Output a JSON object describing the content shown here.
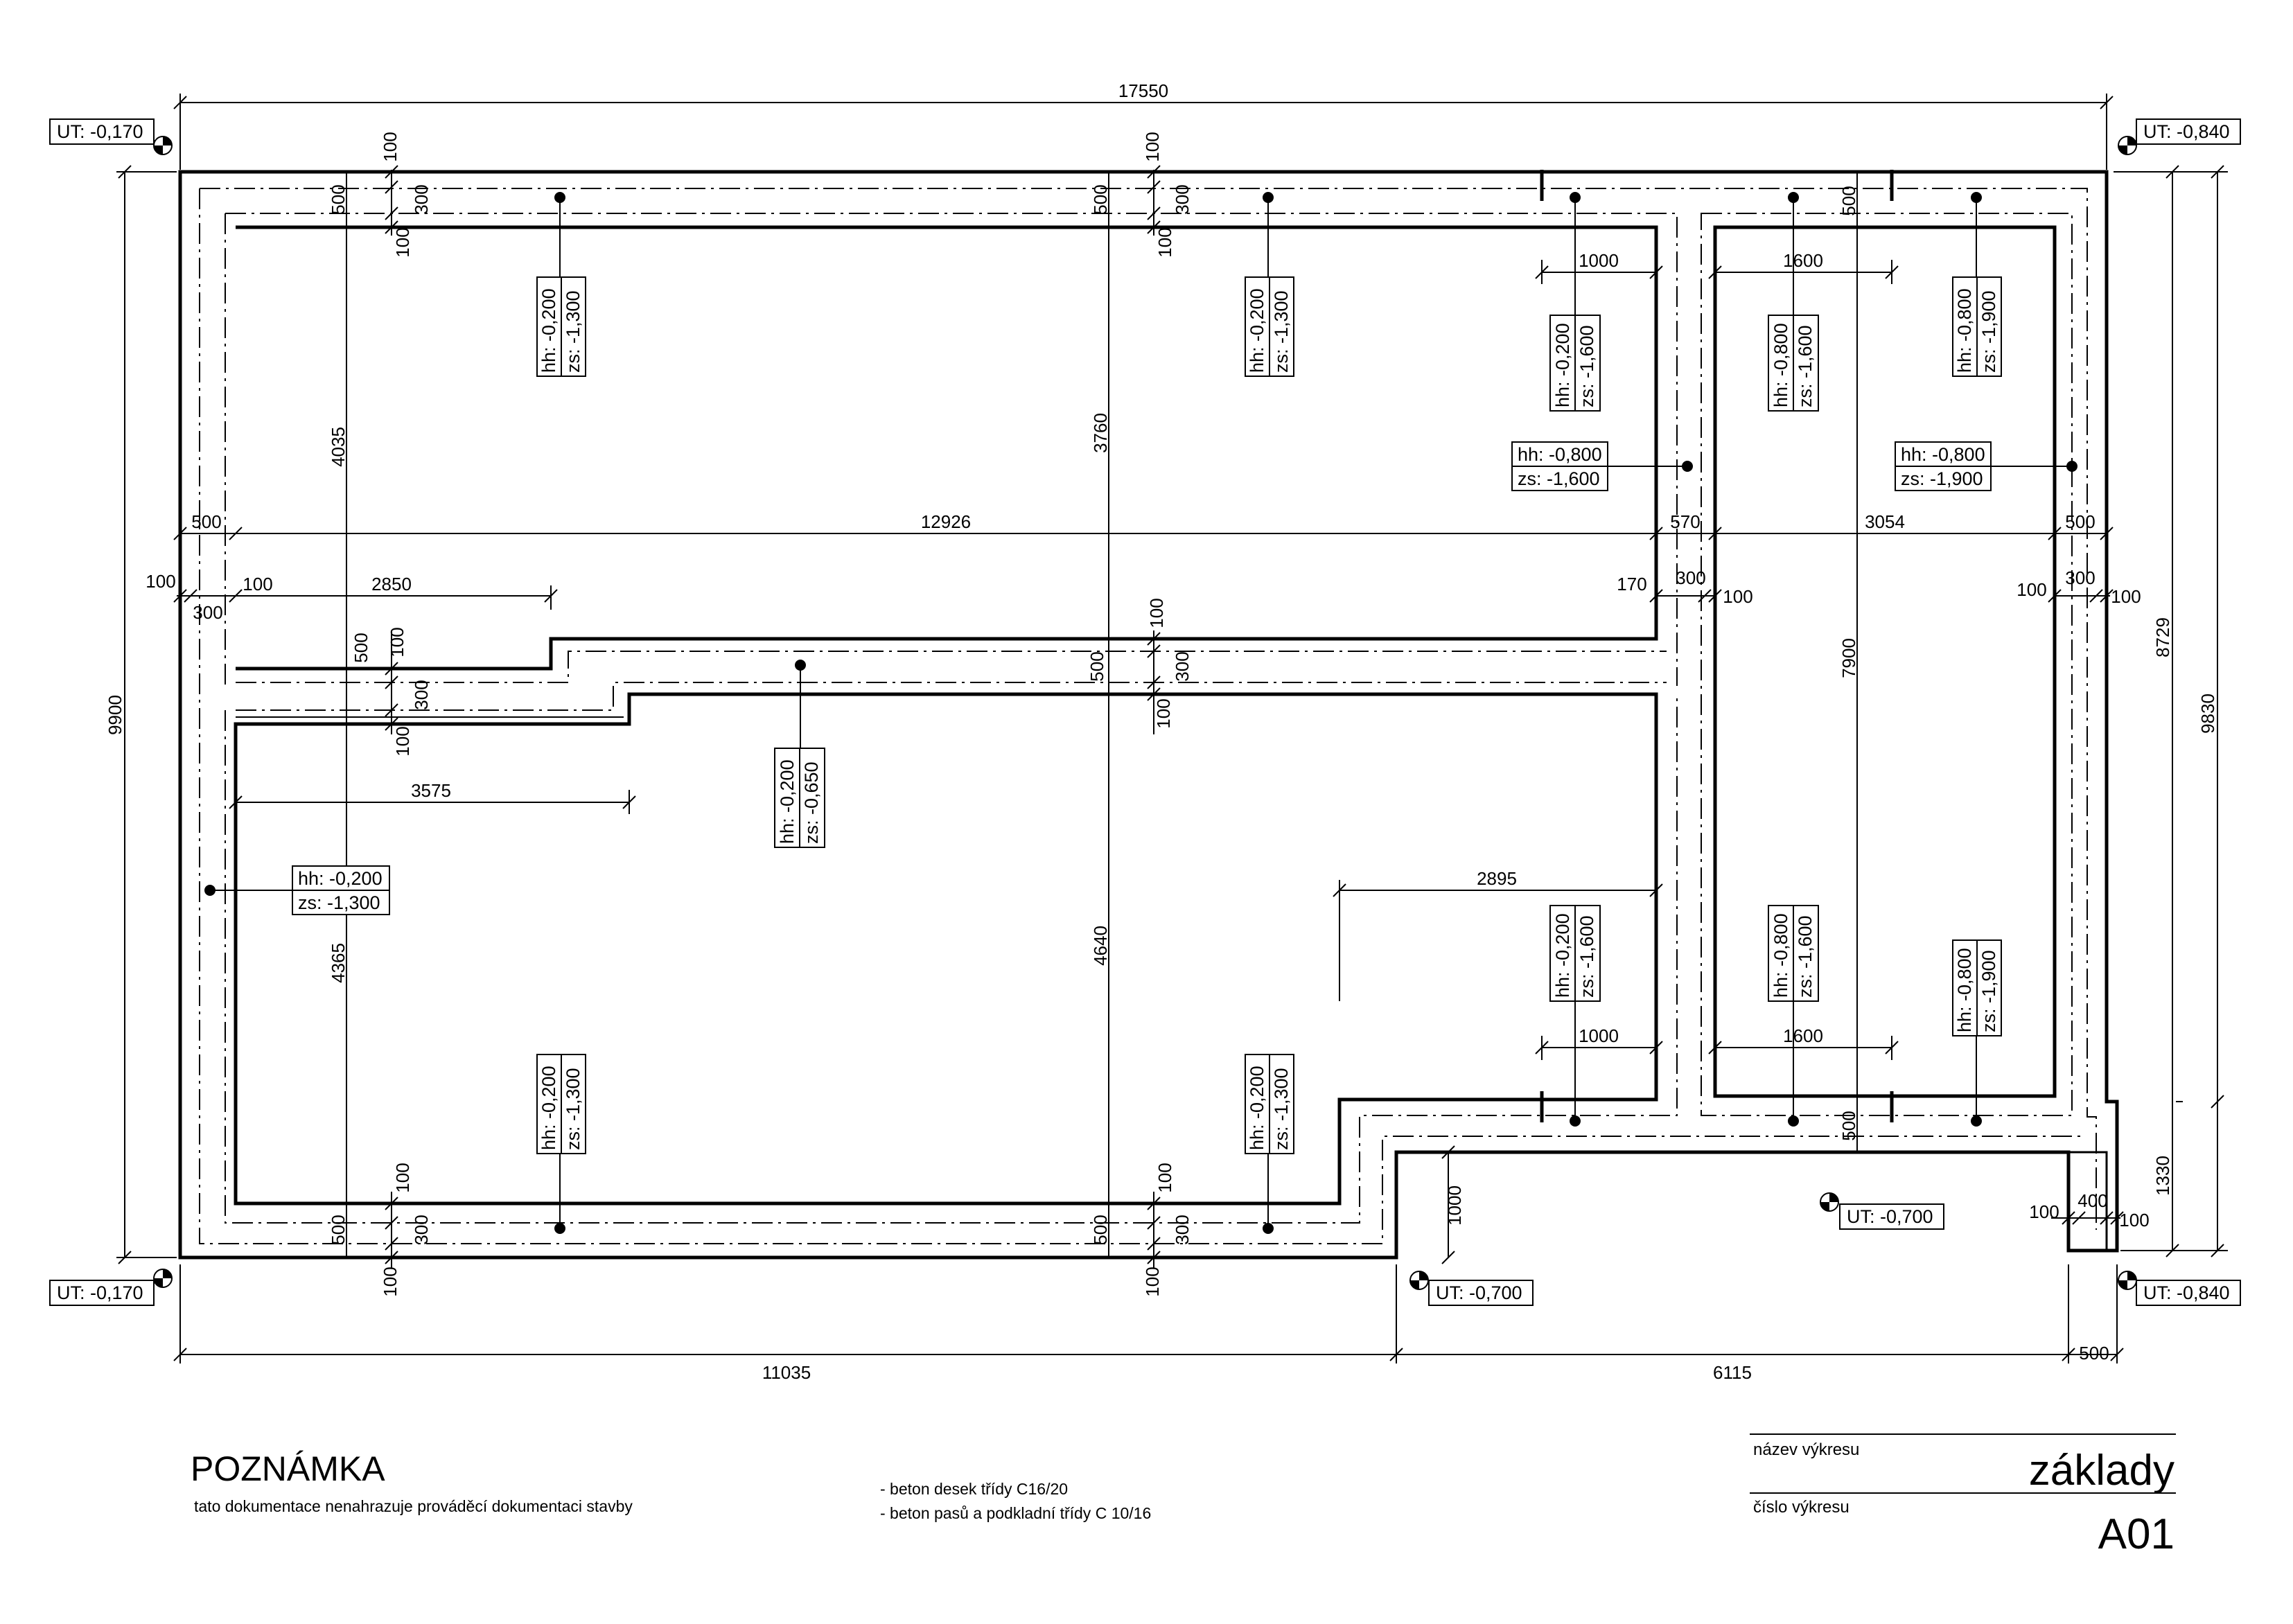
{
  "dimensions": {
    "top_overall": "17550",
    "bottom_left": "11035",
    "bottom_mid": "6115",
    "bottom_right": "500",
    "left_height": "9900",
    "right_height_total": "9830",
    "right_height_upper": "8729",
    "right_height_lower": "1330",
    "row_500_left": "500",
    "row_12926": "12926",
    "row_570": "570",
    "row_3054": "3054",
    "row_500_right": "500",
    "d_100_left": "100",
    "d_300_left": "300",
    "d_100_a": "100",
    "d_2850": "2850",
    "d_170": "170",
    "d_300_mid": "300",
    "d_100_mid": "100",
    "d_100_r": "100",
    "d_300_r": "300",
    "d_100_r2": "100",
    "d_3575": "3575",
    "d_2895": "2895",
    "d_1000_top": "1000",
    "d_1600_top": "1600",
    "d_1000_bot": "1000",
    "d_1600_bot": "1600",
    "d_1000_v": "1000",
    "d_100_pier": "100",
    "d_400_pier": "400",
    "d_100_pier2": "100",
    "v_4035": "4035",
    "v_4365": "4365",
    "v_3760": "3760",
    "v_4640": "4640",
    "v_7900": "7900",
    "v_500": "500",
    "v_100": "100",
    "v_300": "300"
  },
  "levels": {
    "ut_tl": "UT: -0,170",
    "ut_tr": "UT: -0,840",
    "ut_bl": "UT: -0,170",
    "ut_br": "UT: -0,840",
    "ut_bm": "UT: -0,700",
    "ut_in": "UT: -0,700"
  },
  "tags": {
    "hh_200": "hh: -0,200",
    "hh_800": "hh: -0,800",
    "zs_1300": "zs: -1,300",
    "zs_1600": "zs: -1,600",
    "zs_1900": "zs: -1,900",
    "zs_650": "zs: -0,650"
  },
  "notes": {
    "heading": "POZNÁMKA",
    "text": "tato dokumentace nenahrazuje prováděcí dokumentaci stavby",
    "beton1": "- beton desek třídy C16/20",
    "beton2": "- beton pasů a podkladní třídy C 10/16"
  },
  "titleblock": {
    "name_label": "název výkresu",
    "name_value": "základy",
    "num_label": "číslo výkresu",
    "num_value": "A01"
  }
}
